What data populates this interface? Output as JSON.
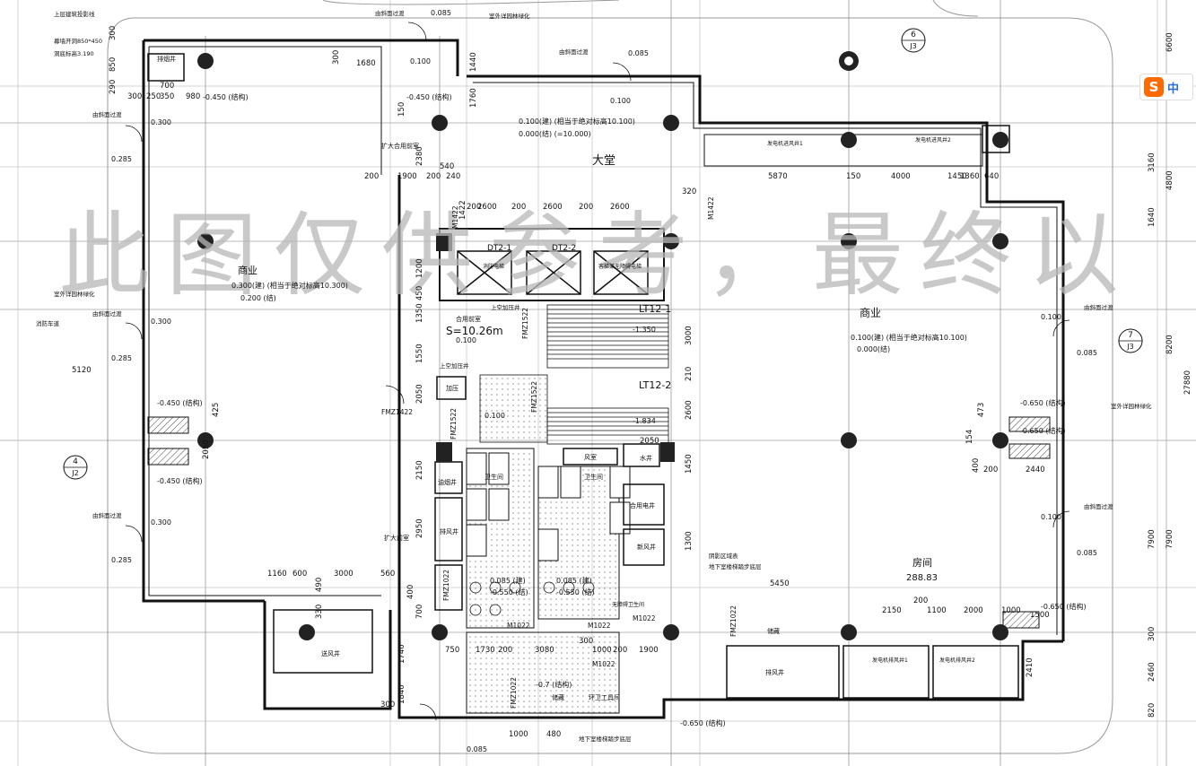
{
  "watermark": "此图仅供参考，最终以",
  "ime": {
    "logo": "S",
    "mode": "中"
  },
  "rooms": {
    "lobby": "大堂",
    "shop_left": "商业",
    "shop_right": "商业",
    "room": "房间",
    "room_area": "288.83",
    "toilet_left": "卫生间",
    "toilet_right": "卫生间",
    "fan_room": "风室",
    "water_well": "水井",
    "elec_well": "合用电井",
    "exhaust_well": "排风井",
    "exhaust_well2": "排风井",
    "fresh_air_well": "新风井",
    "supply_shaft": "送风井",
    "oil_shaft": "油烟井",
    "accessible_wc": "无障碍卫生间",
    "cleaning": "环卫工具间",
    "storage": "储藏",
    "storage2": "储藏",
    "vestibule": "扩大前室",
    "vestibule_shared": "扩大合用前室",
    "pressurize_shaft": "加压",
    "generator_shaft1": "发电机进风井1",
    "generator_shaft2": "发电机进风井2",
    "generator_exh1": "发电机排风井1",
    "generator_exh2": "发电机排风井2",
    "elevator_fire": "消防电梯",
    "elevator_guest": "客梯兼无障碍电梯",
    "shared_vestibule": "合用前室",
    "exhaust_shaft_label": "排烟井"
  },
  "labels": {
    "fan_opening": "幕墙开洞850*450",
    "fan_opening_sub": "洞底标高3.190",
    "upper_bldg": "上层建筑投影线",
    "ramp1": "由斜面过渡",
    "ramp2": "由斜面过渡",
    "ramp3": "由斜面过渡",
    "ramp4": "由斜面过渡",
    "ramp5": "由斜面过渡",
    "ramp6": "由斜面过渡",
    "ramp7": "由斜面过渡",
    "outdoor_green1": "室外详园林绿化",
    "outdoor_green2": "室外详园林绿化",
    "outdoor_green3": "室外详园林绿化",
    "fire_lane": "消防车道",
    "basement_stair": "地下室楼梯踏步底层",
    "basement_stair2": "地下室楼梯踏步底层",
    "shade_zone": "阴影区域表",
    "lt_area": "S=10.26m",
    "stair_dh_l": "DT2-1",
    "stair_dh_r": "DT2-2",
    "stair_lt1": "LT12-1",
    "stair_lt2": "LT12-2",
    "upper_air": "上空加压井",
    "upper_air2": "上空加压井"
  },
  "elevations": {
    "lobby_fin": "0.100(建) (相当于绝对标高10.100)",
    "lobby_str": "0.000(结) (=10.000)",
    "shop_left_fin": "0.300(建) (相当于绝对标高10.300)",
    "shop_left_str": "0.200 (结)",
    "shop_right_fin": "0.100(建) (相当于绝对标高10.100)",
    "shop_right_str": "0.000(结)",
    "e_neg450_a": "-0.450 (结构)",
    "e_neg450_b": "-0.450 (结构)",
    "e_neg450_c": "-0.450 (结构)",
    "e_neg450_d": "-0.450 (结构)",
    "e_neg650_a": "-0.650 (结构)",
    "e_neg650_b": "-0.650 (结构)",
    "e_neg650_c": "-0.650 (结构)",
    "e_neg650_d": "-0.650 (结构)",
    "e_300_a": "0.300",
    "e_300_b": "0.300",
    "e_300_c": "0.300",
    "e_285_a": "0.285",
    "e_285_b": "0.285",
    "e_285_c": "0.285",
    "e_100_a": "0.100",
    "e_100_b": "0.100",
    "e_100_c": "0.100",
    "e_100_d": "0.100",
    "e_100_e": "0.100",
    "e_100_f": "0.100",
    "e_085_a": "0.085",
    "e_085_b": "0.085",
    "e_085_c": "0.085",
    "e_085_d": "0.085",
    "e_085_e": "0.085",
    "e_1350": "-1.350",
    "e_1834": "-1.834",
    "e_toilet_l": "0.085 (建)",
    "e_toilet_l2": "-0.550 (结)",
    "e_toilet_r": "0.085 (建)",
    "e_toilet_r2": "-0.550 (结)",
    "e_neg07": "-0.7 (结构)"
  },
  "doors": {
    "fmz1422_a": "FMZ1422",
    "fmz1522_a": "FMZ1522",
    "fmz1522_b": "FMZ1522",
    "fmz1522_c": "FMZ1522",
    "fmz1022_a": "FMZ1022",
    "fmz1022_b": "FMZ1022",
    "fmz1022_c": "FMZ1022",
    "m1422_a": "M1422",
    "m1422_b": "M1422",
    "m1022_a": "M1022",
    "m1022_b": "M1022",
    "m1022_c": "M1022",
    "m1022_d": "M1022"
  },
  "dims_top": [
    "1680",
    "1440",
    "1760",
    "0.085",
    "150",
    "300",
    "200",
    "1900",
    "200",
    "540",
    "240"
  ],
  "dims_row": [
    "200",
    "2600",
    "200",
    "2600",
    "200",
    "2600",
    "320"
  ],
  "dims_right_mid": [
    "5870",
    "150",
    "4000",
    "1450",
    "1360",
    "640"
  ],
  "dims_left_vert": [
    "300",
    "850",
    "290",
    "300",
    "250",
    "980"
  ],
  "dims_left_bottom": [
    "1160",
    "600",
    "3000",
    "560"
  ],
  "dims_bottom": [
    "750",
    "1730",
    "200",
    "3080",
    "300",
    "1000",
    "200",
    "1900"
  ],
  "dims_bottom2": [
    "1000",
    "480"
  ],
  "dims_right_bottom": [
    "5450",
    "2150",
    "200",
    "1100",
    "2000",
    "1000",
    "1500"
  ],
  "dims_right_vert": [
    "6600",
    "3160",
    "4800",
    "1640",
    "8200",
    "27880",
    "7900",
    "7900",
    "300",
    "2460",
    "2410",
    "820"
  ],
  "dims_core_vert": [
    "2380",
    "1422",
    "1200",
    "450",
    "1350",
    "1550",
    "2050",
    "2150",
    "2950",
    "400",
    "700",
    "1740",
    "1840",
    "300"
  ],
  "dims_core_vert2": [
    "3000",
    "2600",
    "1450",
    "1300",
    "210"
  ],
  "dims_misc": [
    "5120",
    "425",
    "473",
    "200",
    "2440",
    "400",
    "154",
    "2050",
    "2050",
    "490",
    "330",
    "700",
    "350"
  ],
  "axes": [
    {
      "label": "6",
      "sub": "J3"
    },
    {
      "label": "7",
      "sub": "J3"
    },
    {
      "label": "4",
      "sub": "J2"
    }
  ]
}
